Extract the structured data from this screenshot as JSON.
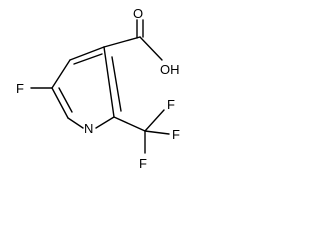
{
  "structure": {
    "atoms": {
      "oxygen_carbonyl": "O",
      "hydroxyl": "OH",
      "fluorine_ring": "F",
      "nitrogen": "N",
      "fluorine_top": "F",
      "fluorine_left": "F",
      "fluorine_right": "F"
    },
    "colors": {
      "bond": "#000000",
      "text": "#000000",
      "background": "#ffffff"
    }
  }
}
